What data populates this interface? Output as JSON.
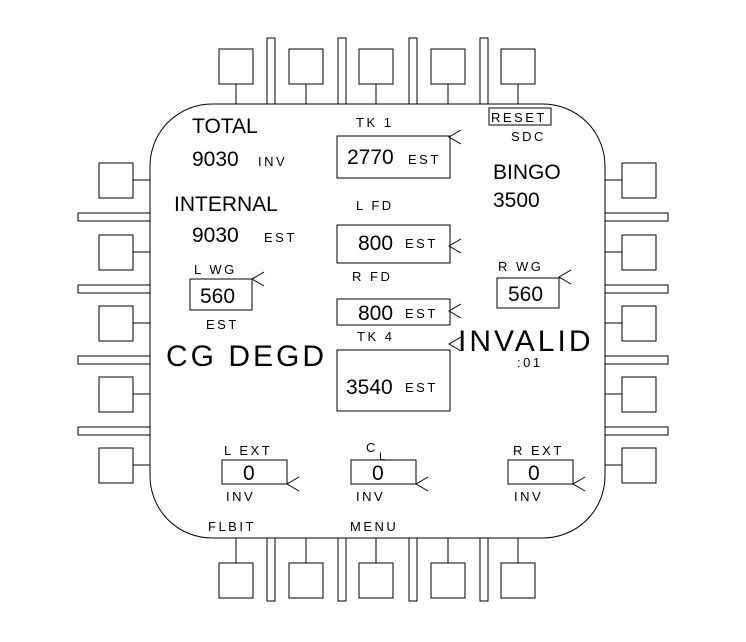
{
  "display": {
    "total": {
      "label": "TOTAL",
      "value": "9030",
      "status": "INV"
    },
    "internal": {
      "label": "INTERNAL",
      "value": "9030",
      "status": "EST"
    },
    "bingo": {
      "label": "BINGO",
      "value": "3500"
    },
    "reset_label": "RESET",
    "sdc_label": "SDC",
    "cg_status": "CG DEGD",
    "invalid": {
      "label": "INVALID",
      "timer": ":01"
    },
    "tk1": {
      "label": "TK 1",
      "value": "2770",
      "status": "EST"
    },
    "lfd": {
      "label": "L FD",
      "value": "800",
      "status": "EST"
    },
    "rfd": {
      "label": "R FD",
      "value": "800",
      "status": "EST"
    },
    "tk4": {
      "label": "TK 4",
      "value": "3540",
      "status": "EST"
    },
    "lwg": {
      "label": "L WG",
      "value": "560",
      "status": "EST"
    },
    "rwg": {
      "label": "R WG",
      "value": "560"
    },
    "lext": {
      "label": "L EXT",
      "value": "0",
      "status": "INV"
    },
    "cl": {
      "label": "C",
      "subscript": "L",
      "value": "0",
      "status": "INV"
    },
    "rext": {
      "label": "R EXT",
      "value": "0",
      "status": "INV"
    },
    "flbit_label": "FLBIT",
    "menu_label": "MENU"
  }
}
